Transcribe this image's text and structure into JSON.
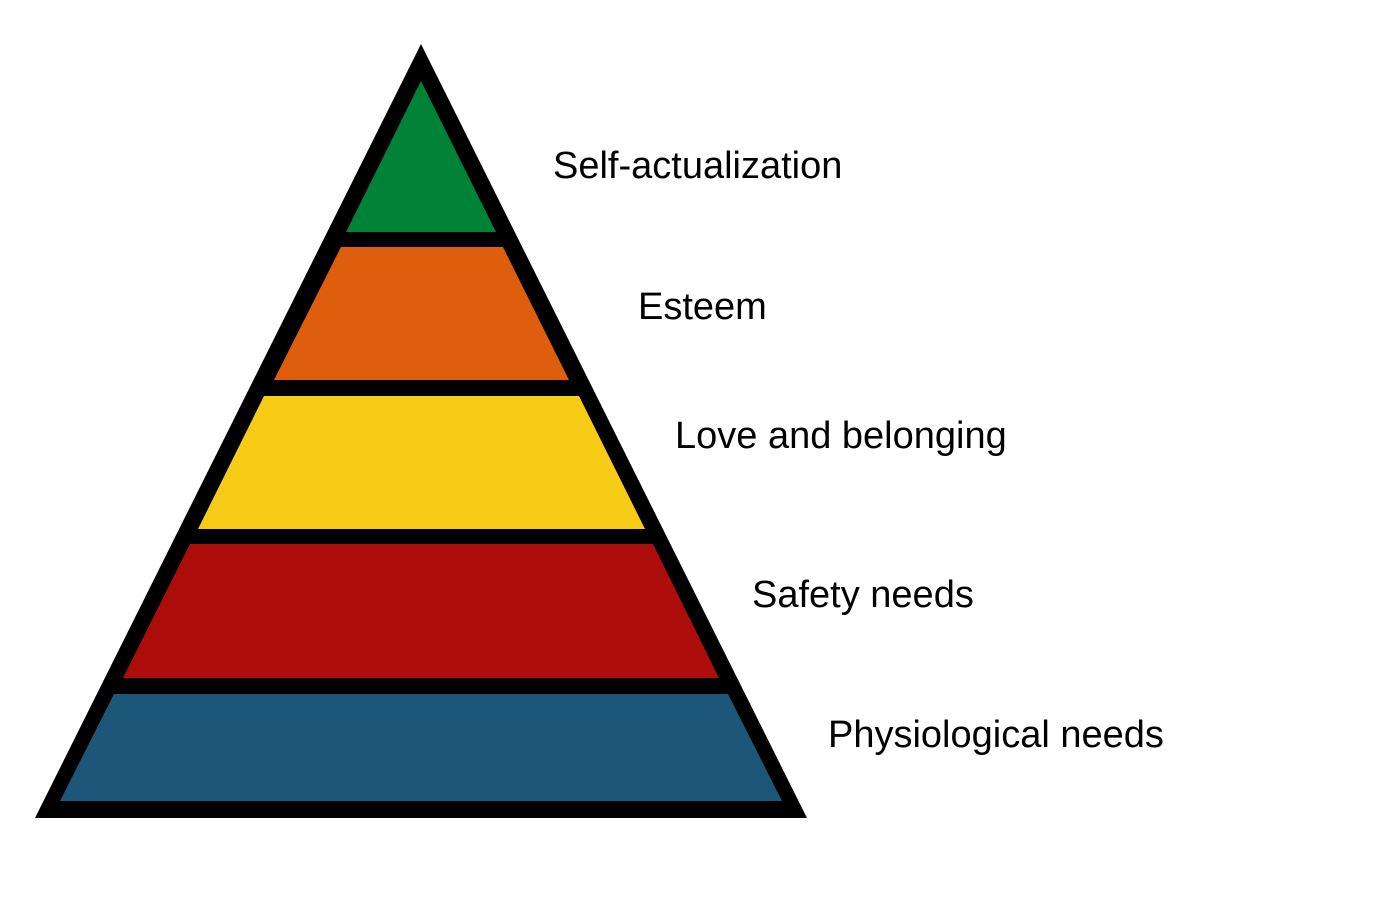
{
  "diagram": {
    "type": "pyramid",
    "outline_color": "#000000",
    "tiers": [
      {
        "label": "Self-actualization",
        "color": "#008237"
      },
      {
        "label": "Esteem",
        "color": "#DF5E0D"
      },
      {
        "label": "Love and belonging",
        "color": "#F7CC17"
      },
      {
        "label": "Safety needs",
        "color": "#AD0D0B"
      },
      {
        "label": "Physiological needs",
        "color": "#1C5679"
      }
    ]
  }
}
